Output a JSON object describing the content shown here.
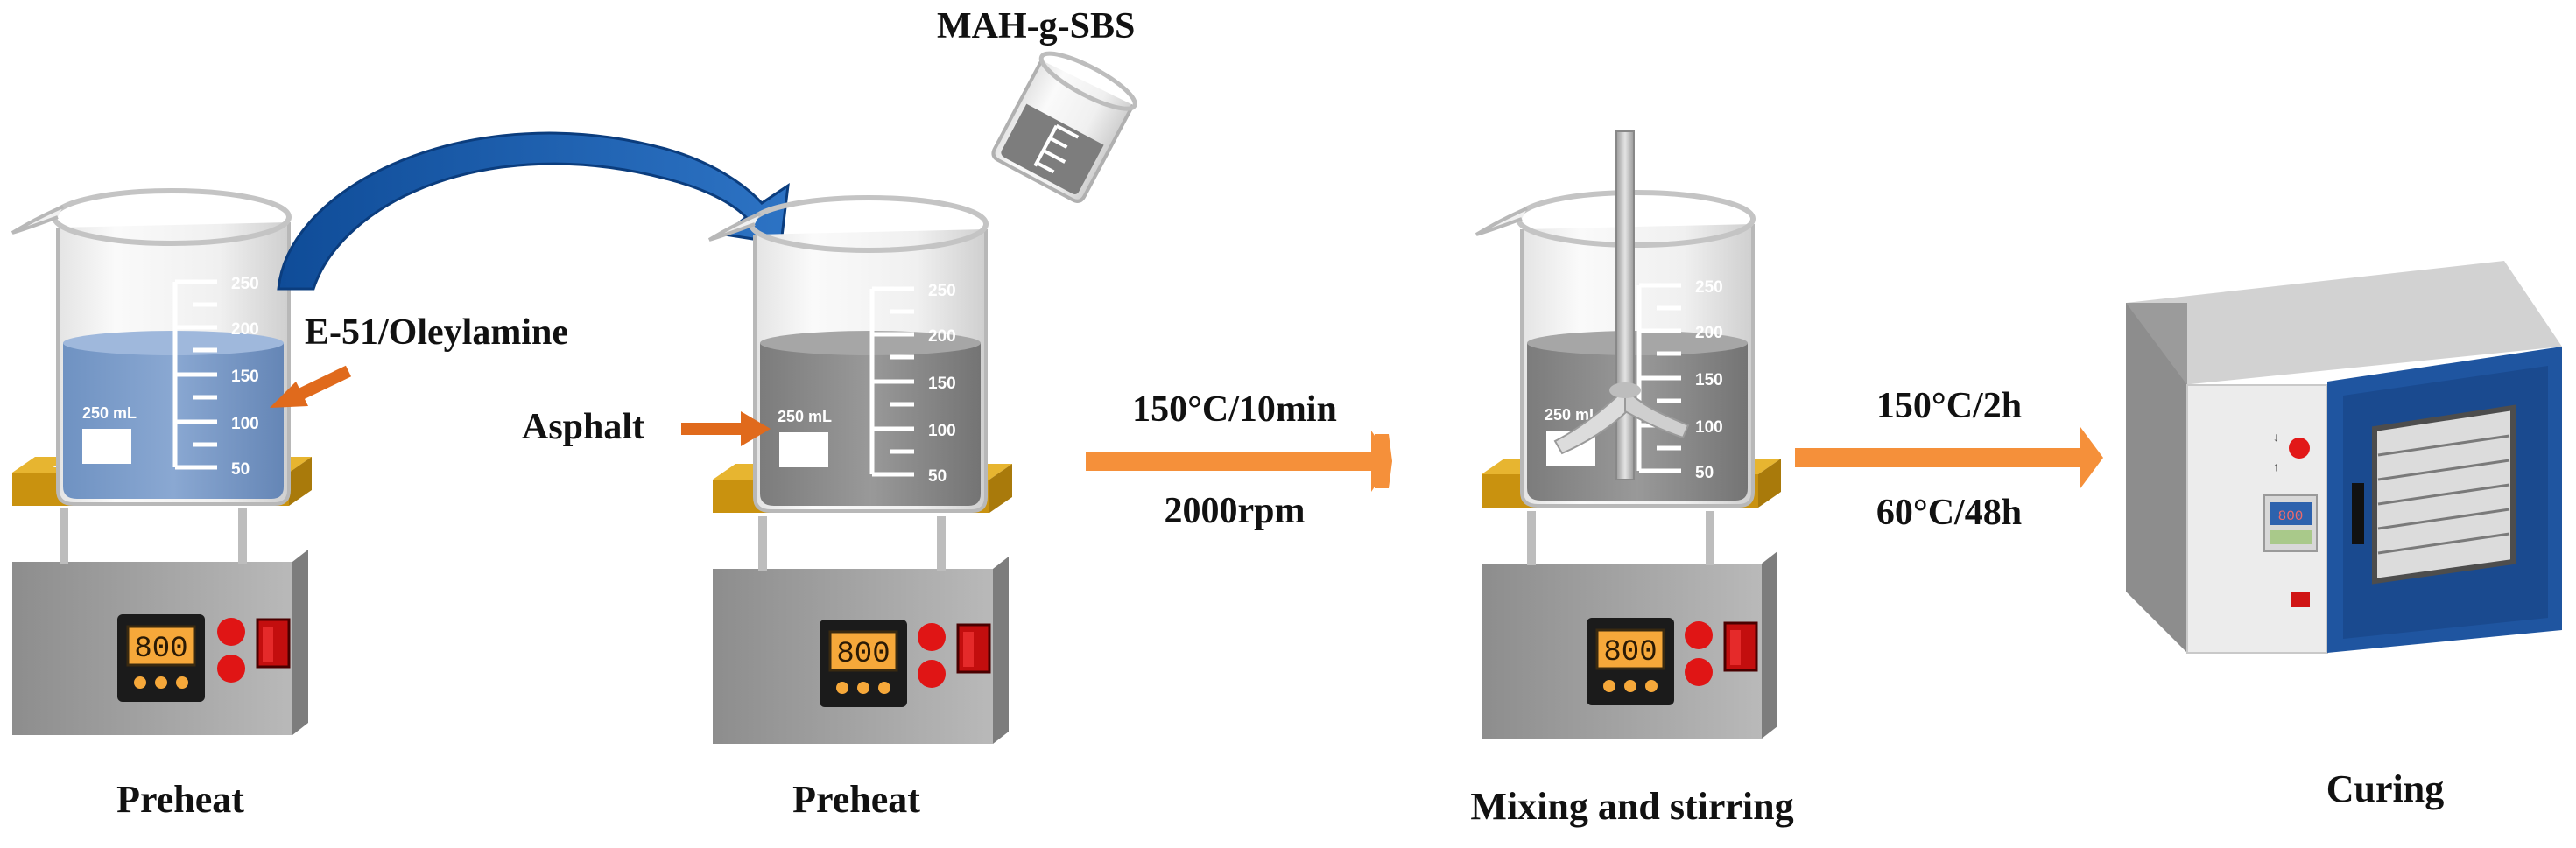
{
  "reagents": {
    "mah_g_sbs": "MAH-g-SBS",
    "e51_oleylamine": "E-51/Oleylamine",
    "asphalt": "Asphalt"
  },
  "beaker": {
    "volume_label": "250 mL",
    "scale": [
      "250",
      "200",
      "150",
      "100",
      "50"
    ]
  },
  "hotplate": {
    "display": "800"
  },
  "oven": {
    "display": "800"
  },
  "steps": [
    {
      "caption": "Preheat"
    },
    {
      "caption": "Preheat"
    },
    {
      "caption": "Mixing and stirring"
    },
    {
      "caption": "Curing"
    }
  ],
  "conditions": {
    "mix_temp_time": "150°C/10min",
    "mix_speed": "2000rpm",
    "cure_step1": "150°C/2h",
    "cure_step2": "60°C/48h"
  },
  "colors": {
    "arrow_orange": "#f5903a",
    "pointer_orange": "#e06a1c",
    "curve_arrow_blue": "#1f5fae",
    "epoxy_liquid": "#7a9cc8",
    "asphalt_liquid": "#8a8a8a",
    "hotplate_top": "#d9a21b",
    "oven_door": "#1f55a0"
  }
}
